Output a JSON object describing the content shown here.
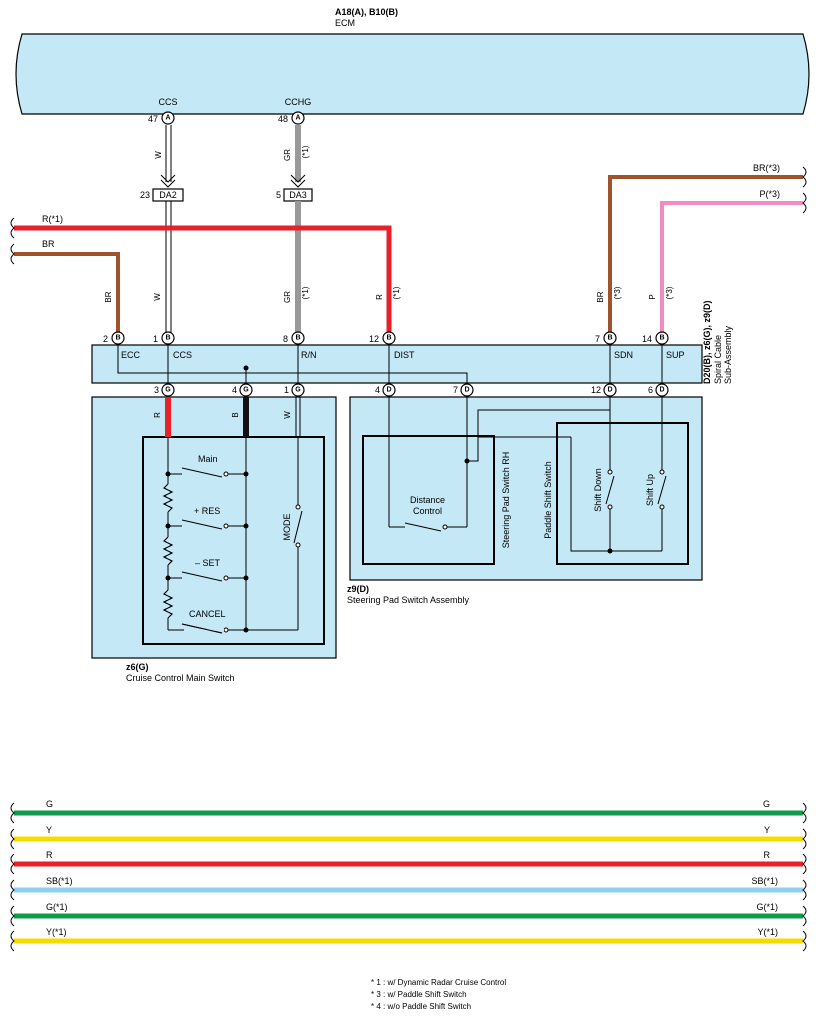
{
  "ecm": {
    "refs": "A18(A), B10(B)",
    "name": "ECM"
  },
  "ecm_terms": [
    {
      "name": "CCS",
      "pin": "47",
      "conn": "A",
      "wire": "W",
      "note": ""
    },
    {
      "name": "CCHG",
      "pin": "48",
      "conn": "A",
      "wire": "GR",
      "note": "(*1)"
    }
  ],
  "junctions": [
    {
      "pin": "23",
      "label": "DA2"
    },
    {
      "pin": "5",
      "label": "DA3"
    }
  ],
  "left_wires": [
    {
      "label": "R(*1)",
      "color": "#e8202a"
    },
    {
      "label": "BR",
      "color": "#a0522d"
    }
  ],
  "right_wires": [
    {
      "label": "BR(*3)",
      "color": "#a0522d"
    },
    {
      "label": "P(*3)",
      "color": "#f08cc0"
    }
  ],
  "spiral": {
    "title": "D20(B), z6(G), z9(D)",
    "name_line1": "Spiral Cable",
    "name_line2": "Sub-Assembly",
    "top_pins": [
      {
        "pin": "2",
        "conn": "B",
        "label": "ECC",
        "wire": "BR",
        "note": ""
      },
      {
        "pin": "1",
        "conn": "B",
        "label": "CCS",
        "wire": "W",
        "note": ""
      },
      {
        "pin": "8",
        "conn": "B",
        "label": "R/N",
        "wire": "GR",
        "note": "(*1)"
      },
      {
        "pin": "12",
        "conn": "B",
        "label": "DIST",
        "wire": "R",
        "note": "(*1)"
      },
      {
        "pin": "7",
        "conn": "B",
        "label": "SDN",
        "wire": "BR",
        "note": "(*3)"
      },
      {
        "pin": "14",
        "conn": "B",
        "label": "SUP",
        "wire": "P",
        "note": "(*3)"
      }
    ],
    "bottom_pins": [
      {
        "pin": "3",
        "conn": "G"
      },
      {
        "pin": "4",
        "conn": "G"
      },
      {
        "pin": "1",
        "conn": "G"
      },
      {
        "pin": "4",
        "conn": "D"
      },
      {
        "pin": "7",
        "conn": "D"
      },
      {
        "pin": "12",
        "conn": "D"
      },
      {
        "pin": "6",
        "conn": "D"
      }
    ]
  },
  "main_switch": {
    "ref": "z6(G)",
    "name": "Cruise Control Main Switch",
    "wires": [
      "R",
      "B",
      "W"
    ],
    "switches": [
      "Main",
      "+ RES",
      "– SET",
      "CANCEL"
    ],
    "mode": "MODE"
  },
  "pad_assembly": {
    "ref": "z9(D)",
    "name": "Steering Pad Switch Assembly",
    "rh_label": "Steering Pad Switch RH",
    "distance_line1": "Distance",
    "distance_line2": "Control",
    "paddle_label": "Paddle Shift Switch",
    "shift_down": "Shift Down",
    "shift_up": "Shift Up"
  },
  "bottom_wires": [
    {
      "left": "G",
      "right": "G",
      "color": "#109a4a"
    },
    {
      "left": "Y",
      "right": "Y",
      "color": "#f5dc00"
    },
    {
      "left": "R",
      "right": "R",
      "color": "#e8202a"
    },
    {
      "left": "SB(*1)",
      "right": "SB(*1)",
      "color": "#8fd0f0"
    },
    {
      "left": "G(*1)",
      "right": "G(*1)",
      "color": "#109a4a"
    },
    {
      "left": "Y(*1)",
      "right": "Y(*1)",
      "color": "#f5dc00"
    }
  ],
  "notes": [
    "* 1 : w/ Dynamic Radar Cruise Control",
    "* 3 : w/ Paddle Shift Switch",
    "* 4 : w/o Paddle Shift Switch"
  ]
}
